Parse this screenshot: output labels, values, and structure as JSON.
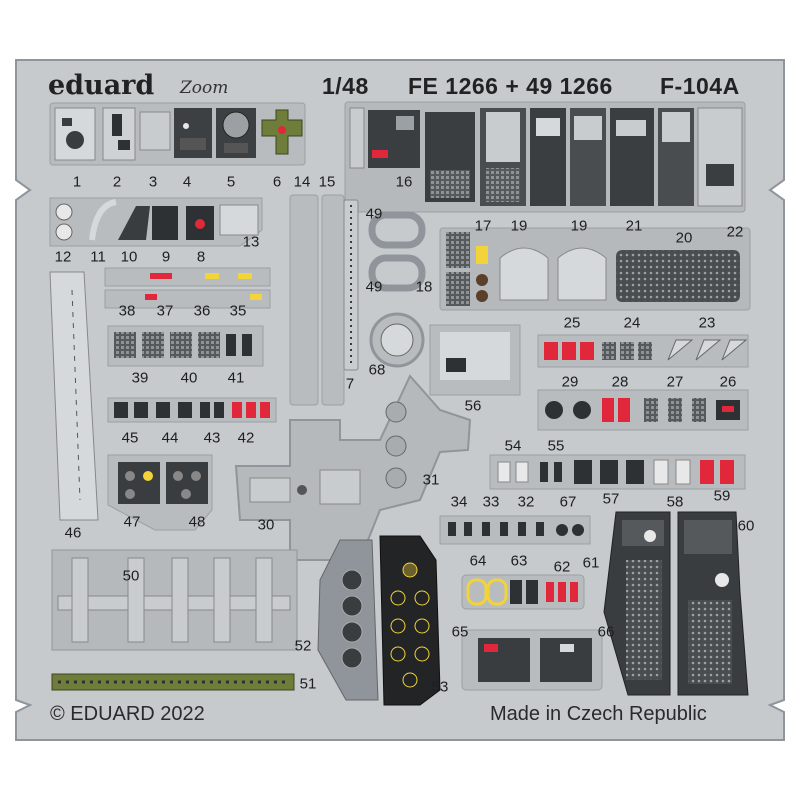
{
  "header": {
    "brand": "eduard",
    "brand_sub": "Zoom",
    "scale": "1/48",
    "code": "FE 1266 + 49 1266",
    "model": "F-104A"
  },
  "footer": {
    "copyright": "© EDUARD 2022",
    "origin": "Made in Czech Republic"
  },
  "part_numbers": [
    "1",
    "2",
    "3",
    "4",
    "5",
    "6",
    "14",
    "15",
    "16",
    "49",
    "12",
    "11",
    "10",
    "9",
    "8",
    "13",
    "49",
    "17",
    "19",
    "19",
    "21",
    "20",
    "22",
    "18",
    "38",
    "37",
    "36",
    "35",
    "25",
    "24",
    "23",
    "39",
    "40",
    "41",
    "7",
    "68",
    "56",
    "29",
    "28",
    "27",
    "26",
    "45",
    "44",
    "43",
    "42",
    "54",
    "55",
    "31",
    "34",
    "33",
    "32",
    "67",
    "57",
    "58",
    "59",
    "47",
    "48",
    "46",
    "30",
    "60",
    "61",
    "64",
    "63",
    "62",
    "50",
    "52",
    "65",
    "66",
    "53",
    "51"
  ],
  "colors": {
    "fret": "#c6cacd",
    "fret_edge": "#8f959a",
    "dark_panel": "#3a3d40",
    "red_light": "#e0283a",
    "green_panel": "#6f7d3a",
    "yellow_label": "#f2d43a"
  }
}
